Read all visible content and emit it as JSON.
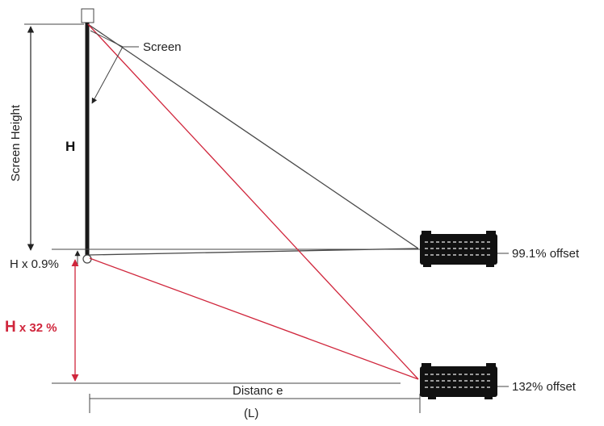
{
  "labels": {
    "screen": "Screen",
    "screen_height": "Screen Height",
    "h": "H",
    "h_offset_small": "H x 0.9%",
    "h_red": "H",
    "h_red_suffix": " x 32 %",
    "offset_top": "99.1% offset",
    "offset_bottom": "132% offset",
    "distance": "Distanc e",
    "distance_symbol": "(L)"
  },
  "colors": {
    "line": "#4a4a4a",
    "screen": "#1a1a1a",
    "red": "#d0263c",
    "projector": "#111111"
  },
  "icons": {
    "projector": "projector-icon"
  }
}
